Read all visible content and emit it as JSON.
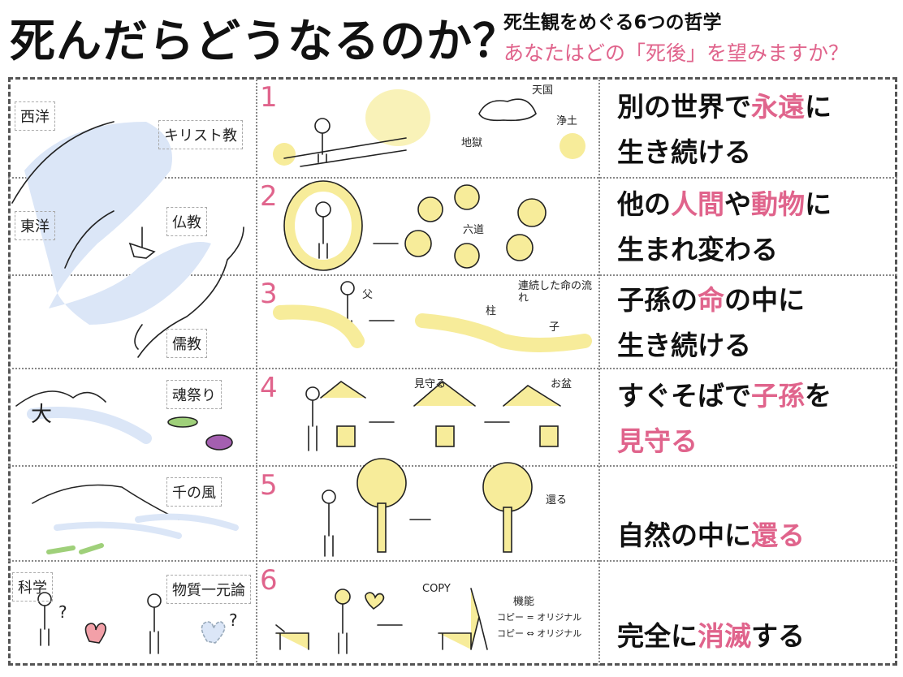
{
  "header": {
    "title": "死んだらどうなるのか？",
    "subtitle": "死生観をめぐる6つの哲学",
    "question": "あなたはどの「死後」を望みますか？"
  },
  "left_labels": {
    "west": "西洋",
    "christianity": "キリスト教",
    "east": "東洋",
    "buddhism": "仏教",
    "confucianism": "儒教",
    "tamamatsuri": "魂祭り",
    "dai": "大",
    "thousand_winds": "千の風",
    "science": "科学",
    "materialism": "物質一元論",
    "question_mark": "?"
  },
  "rows": [
    {
      "number": "1",
      "labels": {
        "heaven": "天国",
        "pure_land": "浄土",
        "hell": "地獄"
      },
      "lines": [
        [
          {
            "t": "別の世界で"
          },
          {
            "t": "永遠",
            "pink": true
          },
          {
            "t": "に"
          }
        ],
        [
          {
            "t": "生き続ける"
          }
        ]
      ]
    },
    {
      "number": "2",
      "labels": {
        "six_realms": "六道"
      },
      "lines": [
        [
          {
            "t": "他の"
          },
          {
            "t": "人間",
            "pink": true
          },
          {
            "t": "や"
          },
          {
            "t": "動物",
            "pink": true
          },
          {
            "t": "に"
          }
        ],
        [
          {
            "t": "生まれ変わる"
          }
        ]
      ]
    },
    {
      "number": "3",
      "labels": {
        "father": "父",
        "child": "子",
        "flow": "連続した命の流れ",
        "pillar": "柱"
      },
      "lines": [
        [
          {
            "t": "子孫の"
          },
          {
            "t": "命",
            "pink": true
          },
          {
            "t": "の中に"
          }
        ],
        [
          {
            "t": "生き続ける"
          }
        ]
      ]
    },
    {
      "number": "4",
      "labels": {
        "watch": "見守る",
        "obon": "お盆"
      },
      "lines": [
        [
          {
            "t": "すぐそばで"
          },
          {
            "t": "子孫",
            "pink": true
          },
          {
            "t": "を"
          }
        ],
        [
          {
            "t": "見守る",
            "pink": true
          }
        ]
      ]
    },
    {
      "number": "5",
      "labels": {
        "return": "還る"
      },
      "lines": [
        [
          {
            "t": "自然の中に"
          },
          {
            "t": "還る",
            "pink": true
          }
        ]
      ]
    },
    {
      "number": "6",
      "labels": {
        "copy": "COPY",
        "function": "機能",
        "eq": "コピー = オリジナル",
        "neq": "コピー ⇔ オリジナル"
      },
      "lines": [
        [
          {
            "t": "完全に"
          },
          {
            "t": "消滅",
            "pink": true
          },
          {
            "t": "する"
          }
        ]
      ]
    }
  ],
  "colors": {
    "pink": "#e0648c",
    "yellow": "#f7ec9a",
    "blue": "#dbe6f7",
    "green": "#9fd07a",
    "purple": "#a45fb0"
  }
}
